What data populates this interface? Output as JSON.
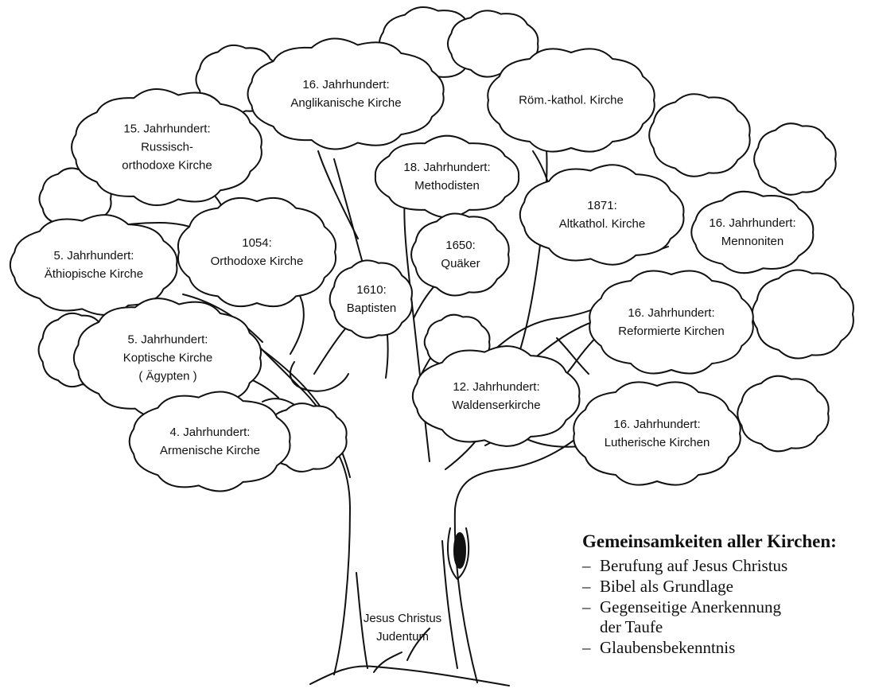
{
  "nodes": [
    {
      "id": "anglikanisch",
      "lines": [
        "16. Jahrhundert:",
        "Anglikanische Kirche"
      ]
    },
    {
      "id": "roemisch",
      "lines": [
        "Röm.-kathol. Kirche"
      ]
    },
    {
      "id": "russisch",
      "lines": [
        "15. Jahrhundert:",
        "Russisch-",
        "orthodoxe Kirche"
      ]
    },
    {
      "id": "methodisten",
      "lines": [
        "18. Jahrhundert:",
        "Methodisten"
      ]
    },
    {
      "id": "altkathol",
      "lines": [
        "1871:",
        "Altkathol. Kirche"
      ]
    },
    {
      "id": "mennoniten",
      "lines": [
        "16. Jahrhundert:",
        "Mennoniten"
      ]
    },
    {
      "id": "aethiopisch",
      "lines": [
        "5. Jahrhundert:",
        "Äthiopische Kirche"
      ]
    },
    {
      "id": "orthodox",
      "lines": [
        "1054:",
        "Orthodoxe Kirche"
      ]
    },
    {
      "id": "quaeker",
      "lines": [
        "1650:",
        "Quäker"
      ]
    },
    {
      "id": "baptisten",
      "lines": [
        "1610:",
        "Baptisten"
      ]
    },
    {
      "id": "reformiert",
      "lines": [
        "16. Jahrhundert:",
        "Reformierte Kirchen"
      ]
    },
    {
      "id": "koptisch",
      "lines": [
        "5. Jahrhundert:",
        "Koptische Kirche",
        "( Ägypten )"
      ]
    },
    {
      "id": "waldenser",
      "lines": [
        "12. Jahrhundert:",
        "Waldenserkirche"
      ]
    },
    {
      "id": "lutherisch",
      "lines": [
        "16. Jahrhundert:",
        "Lutherische Kirchen"
      ]
    },
    {
      "id": "armenisch",
      "lines": [
        "4. Jahrhundert:",
        "Armenische Kirche"
      ]
    }
  ],
  "trunk": {
    "lines": [
      "Jesus Christus",
      "Judentum"
    ]
  },
  "legend": {
    "title": "Gemeinsamkeiten aller Kirchen:",
    "items": [
      "Berufung auf Jesus Christus",
      "Bibel als Grundlage",
      "Gegenseitige Anerkennung",
      "Glaubensbekenntnis"
    ],
    "continuation": "der Taufe",
    "bullet": "–"
  },
  "colors": {
    "ink": "#111111",
    "paper": "#ffffff"
  }
}
